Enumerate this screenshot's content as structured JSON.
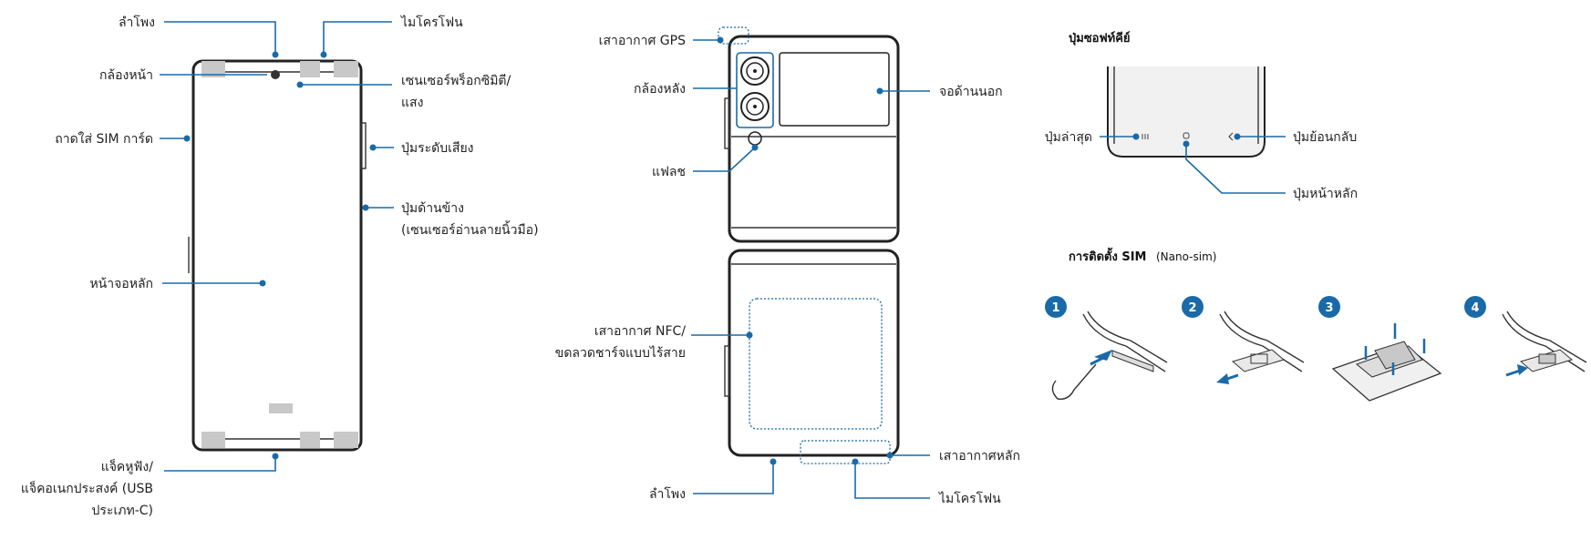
{
  "front": {
    "speaker": "ลำโพง",
    "microphone": "ไมโครโฟน",
    "front_camera": "กล้องหน้า",
    "proximity_line1": "เซนเซอร์พร็อกซิมิตี/",
    "proximity_line2": "แสง",
    "sim_tray": "ถาดใส่ SIM การ์ด",
    "volume_key": "ปุ่มระดับเสียง",
    "side_key_line1": "ปุ่มด้านข้าง",
    "side_key_line2": "(เซนเซอร์อ่านลายนิ้วมือ)",
    "main_screen": "หน้าจอหลัก",
    "jack_line1": "แจ็คหูฟัง/",
    "jack_line2": "แจ็คอเนกประสงค์ (USB",
    "jack_line3": "ประเภท-C)"
  },
  "back": {
    "gps_antenna": "เสาอากาศ GPS",
    "rear_camera": "กล้องหลัง",
    "cover_screen": "จอด้านนอก",
    "flash": "แฟลช",
    "nfc_line1": "เสาอากาศ NFC/",
    "nfc_line2": "ขดลวดชาร์จแบบไร้สาย",
    "main_antenna": "เสาอากาศหลัก",
    "speaker": "ลำโพง",
    "microphone": "ไมโครโฟน"
  },
  "soft_buttons": {
    "title": "ปุ่มซอฟท์คีย์",
    "recent": "ปุ่มล่าสุด",
    "back": "ปุ่มย้อนกลับ",
    "home": "ปุ่มหน้าหลัก"
  },
  "sim_install": {
    "title": "การติดตั้ง SIM",
    "subtitle": "(Nano-sim)",
    "steps": [
      "1",
      "2",
      "3",
      "4"
    ]
  },
  "colors": {
    "accent": "#1a6aa8",
    "outline": "#222222",
    "placeholder": "#c8c8c8"
  }
}
